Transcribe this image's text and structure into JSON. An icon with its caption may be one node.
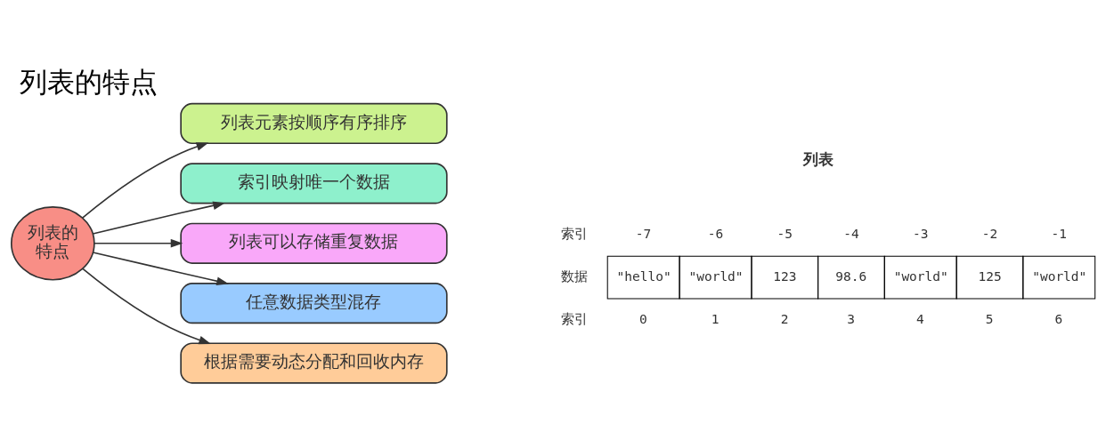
{
  "diagram": {
    "title": "列表的特点",
    "nodes": [
      {
        "text": [
          "列表的特点"
        ]
      },
      {
        "text": [
          "列表元素按顺序有序排序"
        ]
      },
      {
        "text": [
          "索引映射唯一个数据"
        ]
      },
      {
        "text": [
          "列表可以存储重复数据"
        ]
      },
      {
        "text": [
          "任意数据类型混存"
        ]
      },
      {
        "text": [
          "根据需要动态分配和回收内存"
        ]
      }
    ],
    "edges": [
      {
        "from": 0,
        "to": 1,
        "arrow": "to"
      },
      {
        "from": 0,
        "to": 2,
        "arrow": "to"
      },
      {
        "from": 0,
        "to": 3,
        "arrow": "to"
      },
      {
        "from": 0,
        "to": 4,
        "arrow": "to"
      },
      {
        "from": 0,
        "to": 5,
        "arrow": "to"
      }
    ],
    "labels": [
      "列表",
      "索引",
      "-7",
      "-6",
      "-5",
      "-4",
      "-3",
      "-2",
      "-1",
      "数据",
      "\"hello\"",
      "\"world\"",
      "123",
      "98.6",
      "\"world\"",
      "125",
      "\"world\"",
      "索引",
      "0",
      "1",
      "2",
      "3",
      "4",
      "5",
      "6"
    ]
  }
}
